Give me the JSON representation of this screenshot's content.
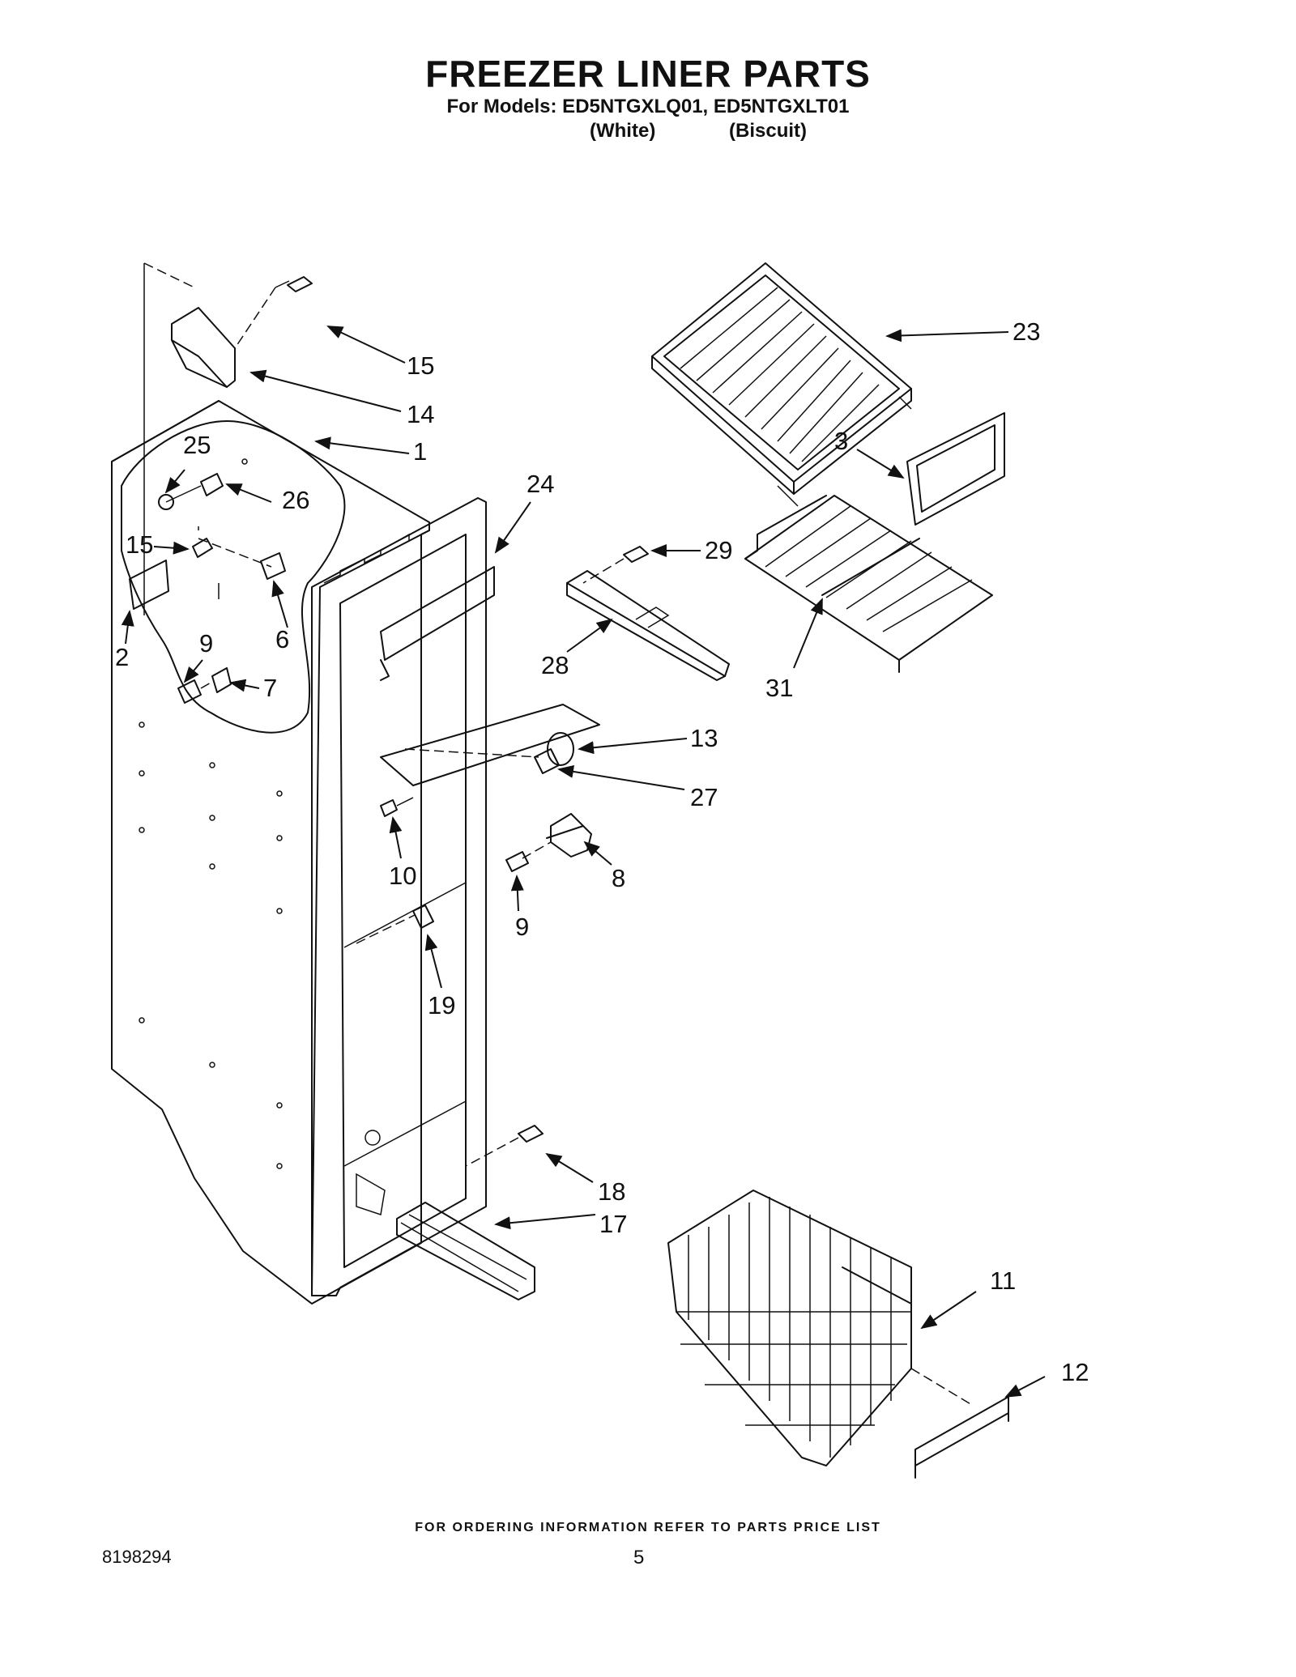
{
  "header": {
    "title": "FREEZER LINER PARTS",
    "models_line": "For Models: ED5NTGXLQ01, ED5NTGXLT01",
    "variant_white": "(White)",
    "variant_biscuit": "(Biscuit)"
  },
  "callouts": [
    {
      "id": "c15a",
      "label": "15"
    },
    {
      "id": "c14",
      "label": "14"
    },
    {
      "id": "c1",
      "label": "1"
    },
    {
      "id": "c25",
      "label": "25"
    },
    {
      "id": "c26",
      "label": "26"
    },
    {
      "id": "c15b",
      "label": "15"
    },
    {
      "id": "c2",
      "label": "2"
    },
    {
      "id": "c6",
      "label": "6"
    },
    {
      "id": "c9a",
      "label": "9"
    },
    {
      "id": "c7",
      "label": "7"
    },
    {
      "id": "c24",
      "label": "24"
    },
    {
      "id": "c23",
      "label": "23"
    },
    {
      "id": "c3",
      "label": "3"
    },
    {
      "id": "c29",
      "label": "29"
    },
    {
      "id": "c28",
      "label": "28"
    },
    {
      "id": "c31",
      "label": "31"
    },
    {
      "id": "c13",
      "label": "13"
    },
    {
      "id": "c27",
      "label": "27"
    },
    {
      "id": "c10",
      "label": "10"
    },
    {
      "id": "c8",
      "label": "8"
    },
    {
      "id": "c9b",
      "label": "9"
    },
    {
      "id": "c19",
      "label": "19"
    },
    {
      "id": "c18",
      "label": "18"
    },
    {
      "id": "c17",
      "label": "17"
    },
    {
      "id": "c11",
      "label": "11"
    },
    {
      "id": "c12",
      "label": "12"
    }
  ],
  "footer": {
    "ordering_note": "FOR ORDERING INFORMATION REFER TO PARTS PRICE LIST",
    "document_number": "8198294",
    "page_number": "5"
  }
}
